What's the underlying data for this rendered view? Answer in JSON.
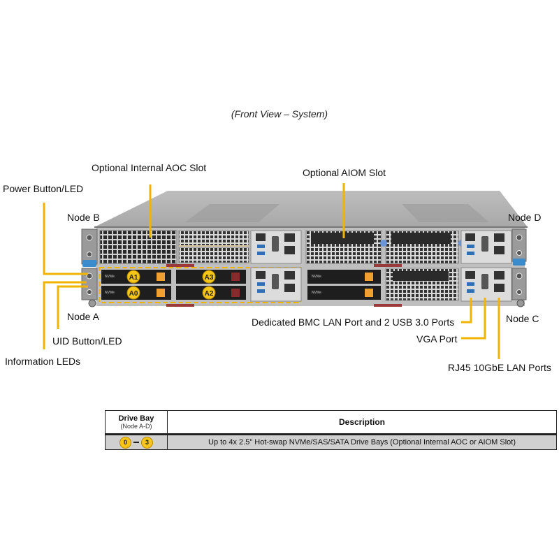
{
  "caption": "(Front View – System)",
  "callouts": {
    "optional_internal_aoc_slot": "Optional Internal  AOC Slot",
    "optional_aiom_slot": "Optional AIOM Slot",
    "power_button_led": "Power Button/LED",
    "node_b": "Node B",
    "node_d": "Node D",
    "node_a": "Node A",
    "node_c": "Node C",
    "uid_button_led": "UID Button/LED",
    "information_leds": "Information  LEDs",
    "bmc_lan_usb": "Dedicated BMC LAN Port and 2 USB 3.0 Ports",
    "vga_port": "VGA Port",
    "rj45_lan": "RJ45  10GbE LAN Ports"
  },
  "drive_labels": [
    "A1",
    "A0",
    "A3",
    "A2"
  ],
  "nvme_tag": "NVMe",
  "table": {
    "header_col1": "Drive Bay",
    "header_col1_sub": "(Node A-D)",
    "header_col2": "Description",
    "row": {
      "bay_start": "0",
      "bay_end": "3",
      "description": "Up to 4x 2.5\" Hot-swap NVMe/SAS/SATA Drive Bays (Optional Internal AOC or AIOM Slot)"
    }
  },
  "colors": {
    "leader": "#f0b400",
    "bay_badge": "#f5c518",
    "table_row_bg": "#d0d0d0"
  }
}
